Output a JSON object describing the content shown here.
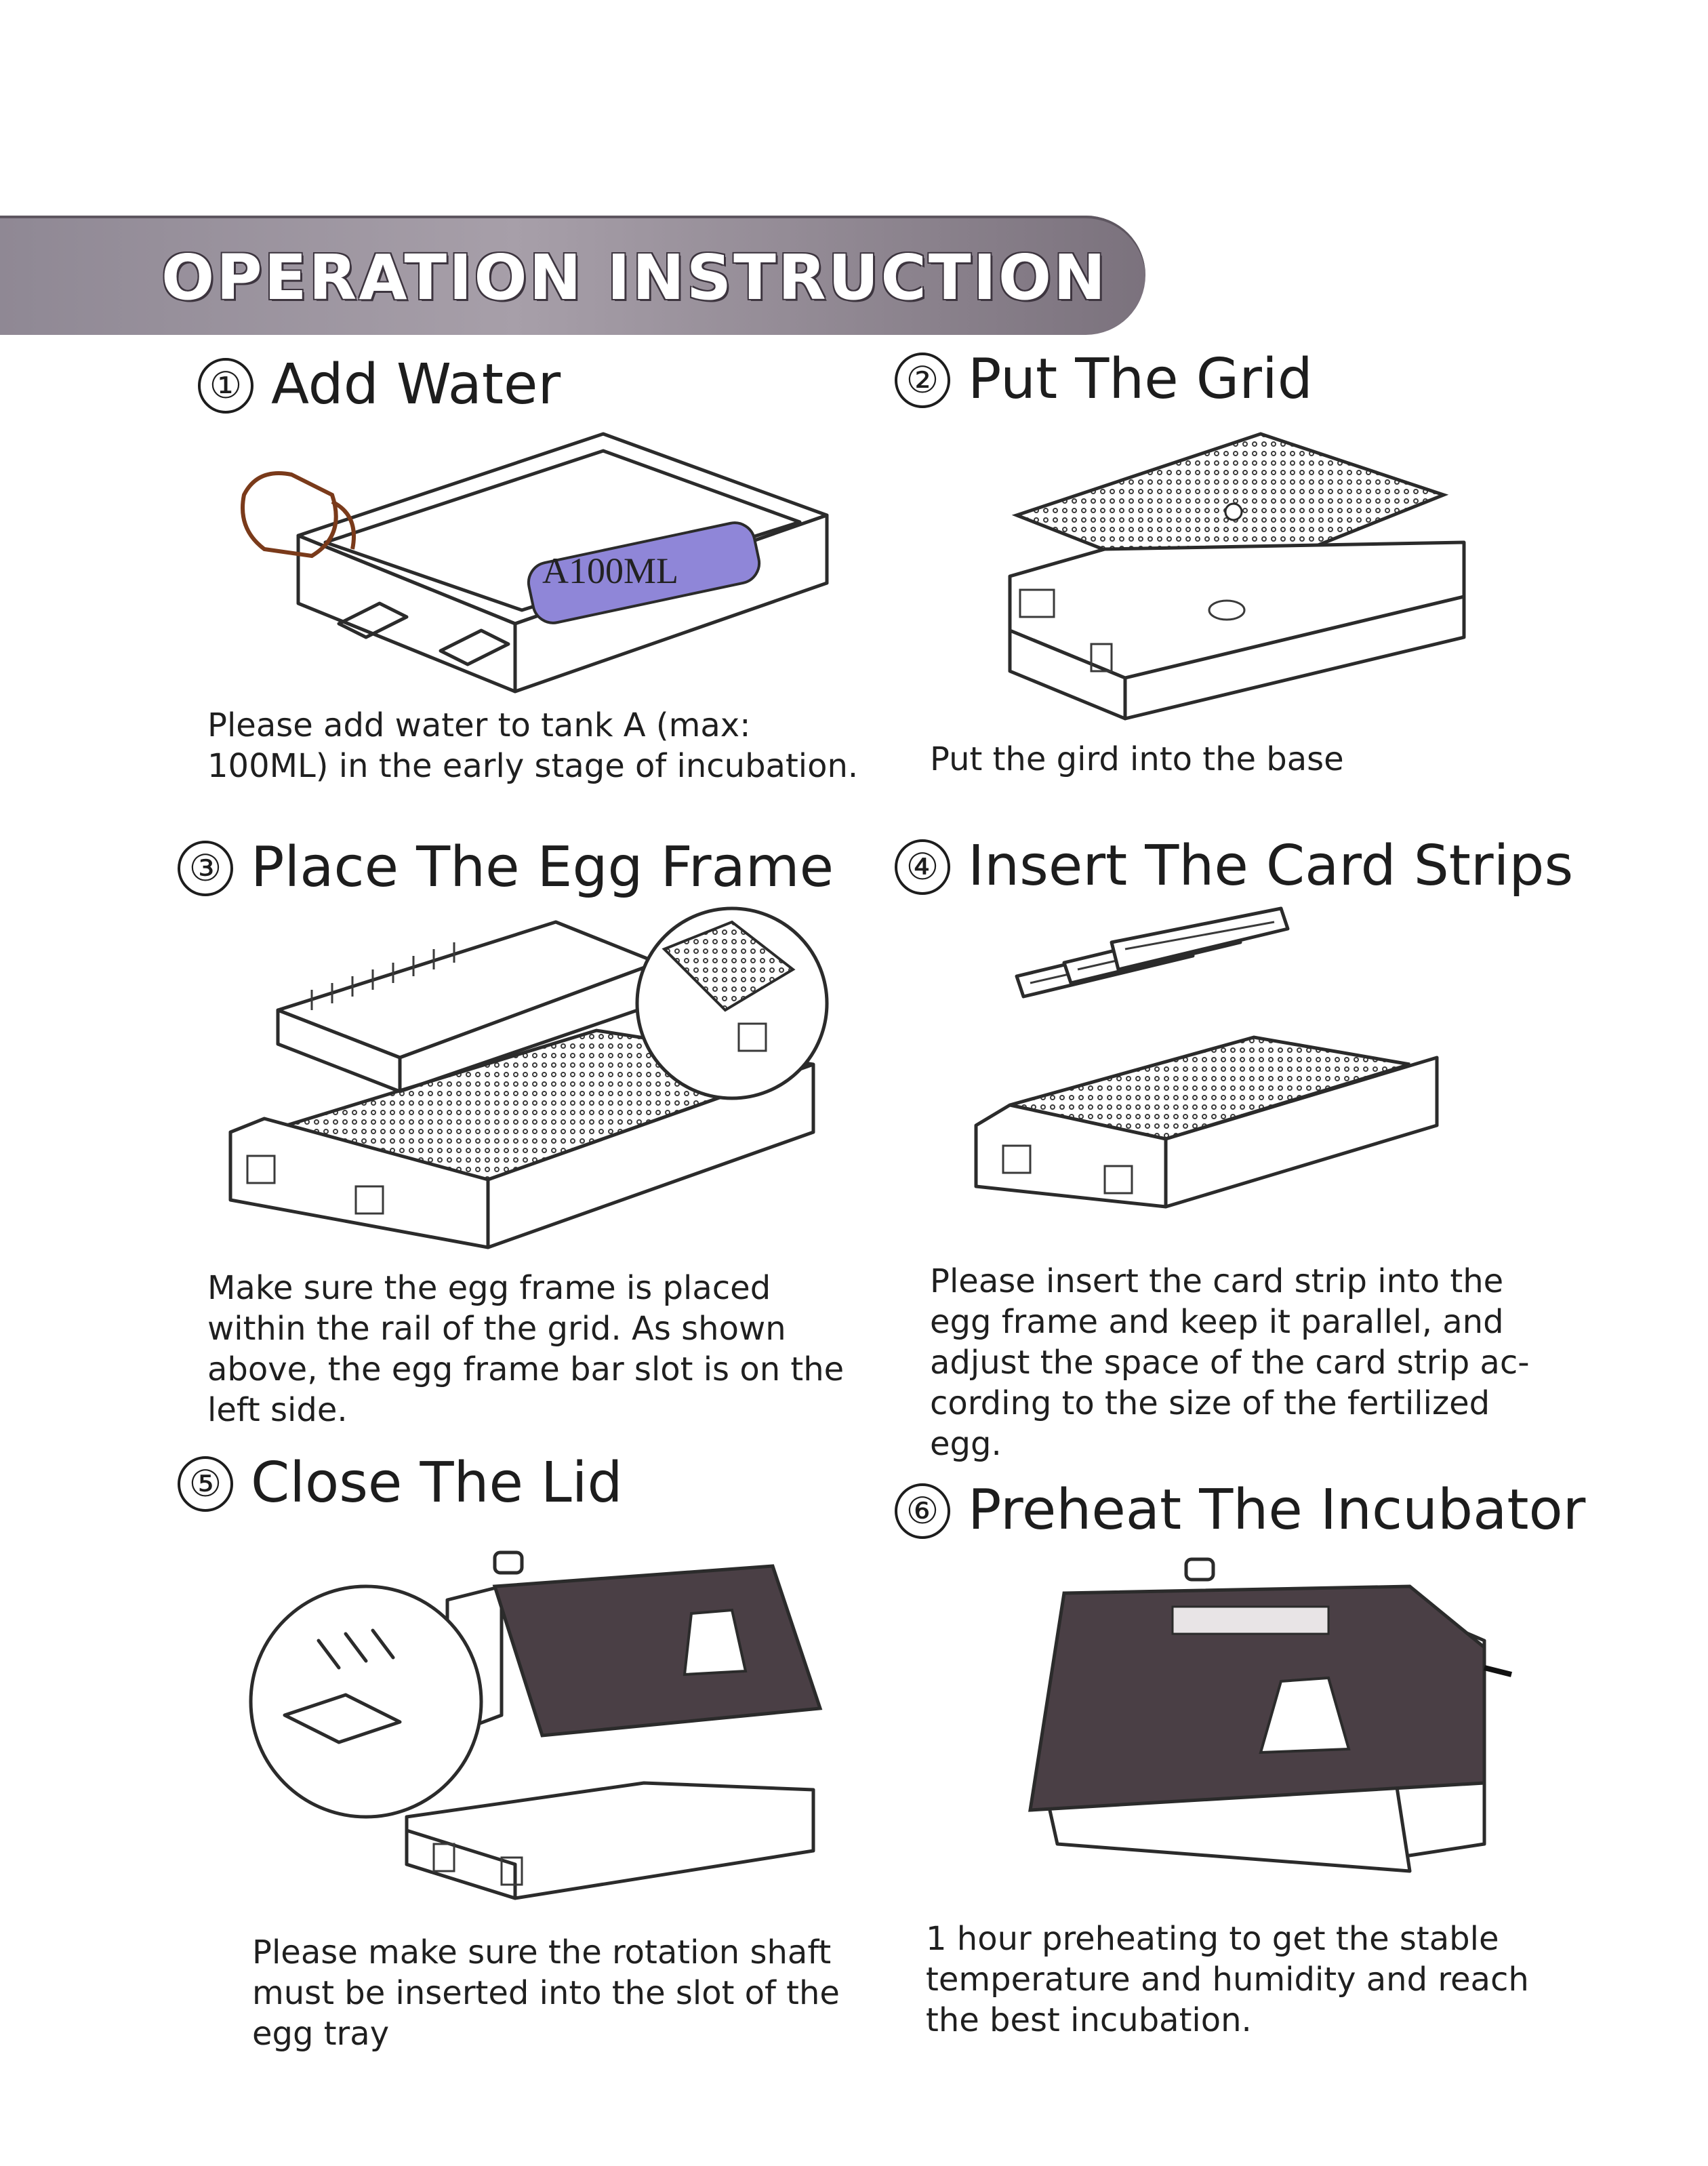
{
  "header": {
    "title": "OPERATION INSTRUCTION"
  },
  "colors": {
    "banner": "#9a929c",
    "lid": "#4a3f45",
    "water": "#8f86d8",
    "text": "#1d1d1d"
  },
  "steps": [
    {
      "number": "①",
      "title": "Add Water",
      "label": "A100ML",
      "description": [
        "Please add water to tank A (max:",
        "100ML) in the early stage of incubation."
      ]
    },
    {
      "number": "②",
      "title": "Put The Grid",
      "description": [
        "Put the gird into the base"
      ]
    },
    {
      "number": "③",
      "title": "Place The Egg Frame",
      "description": [
        "Make sure the egg frame is placed",
        "within the rail of the grid. As shown",
        "above, the egg frame bar slot is on the",
        "left side."
      ]
    },
    {
      "number": "④",
      "title": "Insert The Card Strips",
      "description": [
        "Please insert the card strip into the",
        "egg frame and keep it parallel, and",
        "adjust the space of the card strip ac-",
        "cording to the size of the fertilized",
        "egg."
      ]
    },
    {
      "number": "⑤",
      "title": "Close The Lid",
      "description": [
        "Please make sure the rotation shaft",
        "must be inserted into the slot of the",
        "egg tray"
      ]
    },
    {
      "number": "⑥",
      "title": "Preheat The Incubator",
      "description": [
        "1 hour preheating to get the stable",
        "temperature and humidity and reach",
        "the best incubation."
      ]
    }
  ]
}
